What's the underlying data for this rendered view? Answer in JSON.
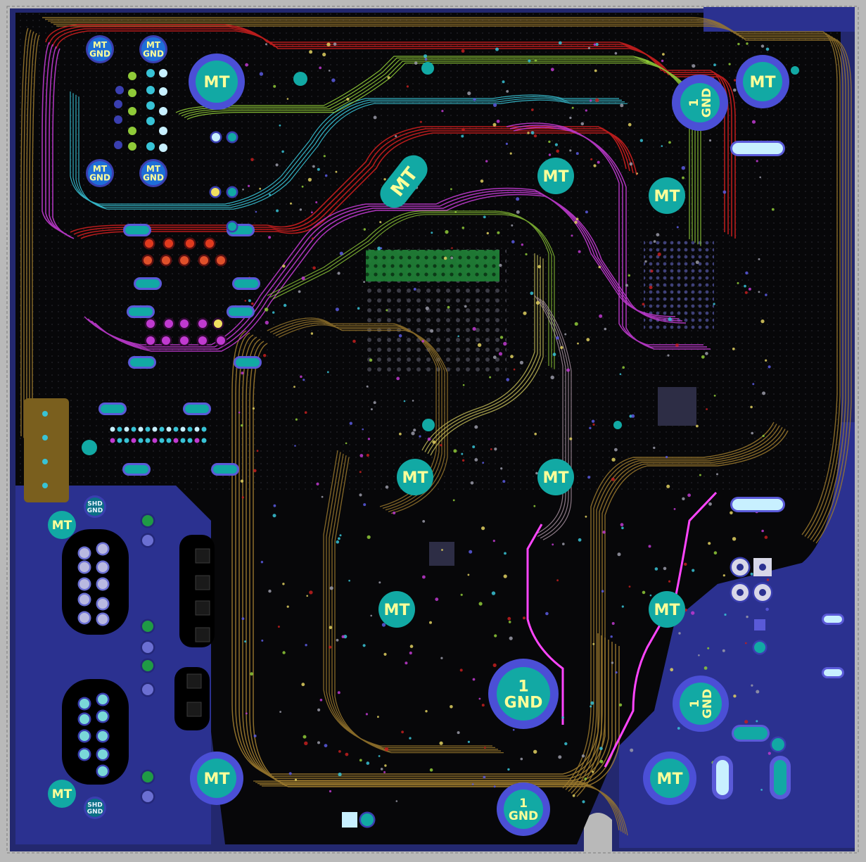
{
  "colors": {
    "background": "#b9b9b9",
    "board": "#070709",
    "gnd_plane": "#2a2f8c",
    "gnd_plane_light": "#3a3fb0",
    "pad": "#12a9a4",
    "pad_label": "#ffff99",
    "pad_ring": "#4b4fd6",
    "trace_gold": "#9c7a2e",
    "trace_red": "#c21e1e",
    "trace_magenta": "#c03ad0",
    "trace_cyan": "#38c3d6",
    "trace_green": "#8fca38",
    "trace_pink": "#ff45ff",
    "bga_green": "#1f7d35"
  },
  "labels": {
    "mt": "MT",
    "gnd": "GND",
    "one": "1",
    "shd": "SHD"
  },
  "holes": [
    {
      "id": "mt-top-left",
      "lines": [
        "MT"
      ],
      "ring": true
    },
    {
      "id": "mt-top-right",
      "lines": [
        "MT"
      ],
      "ring": true
    },
    {
      "id": "gnd-top-right",
      "lines": [
        "1",
        "GND"
      ],
      "ring": true,
      "rotated": true
    },
    {
      "id": "mt-oval-center",
      "lines": [
        "MT"
      ],
      "ring": false
    },
    {
      "id": "mt-upper-center",
      "lines": [
        "MT"
      ],
      "ring": false
    },
    {
      "id": "mt-upper-right",
      "lines": [
        "MT"
      ],
      "ring": false
    },
    {
      "id": "mt-mid-left",
      "lines": [
        "MT"
      ],
      "ring": false
    },
    {
      "id": "mt-mid-right",
      "lines": [
        "MT"
      ],
      "ring": false
    },
    {
      "id": "mt-low-left",
      "lines": [
        "MT"
      ],
      "ring": false
    },
    {
      "id": "mt-low-right",
      "lines": [
        "MT"
      ],
      "ring": false
    },
    {
      "id": "gnd-bottom-center",
      "lines": [
        "1",
        "GND"
      ],
      "ring": true
    },
    {
      "id": "gnd-bottom-right",
      "lines": [
        "1",
        "GND"
      ],
      "ring": true,
      "rotated": true
    },
    {
      "id": "mt-bottom-left",
      "lines": [
        "MT"
      ],
      "ring": true
    },
    {
      "id": "mt-bottom-right",
      "lines": [
        "MT"
      ],
      "ring": true
    },
    {
      "id": "gnd-bottom",
      "lines": [
        "1",
        "GND"
      ],
      "ring": true
    },
    {
      "id": "mt-side-upper",
      "lines": [
        "MT"
      ],
      "ring": false
    },
    {
      "id": "mt-side-lower",
      "lines": [
        "MT"
      ],
      "ring": false
    }
  ],
  "small_holes": [
    {
      "id": "mtgnd-1",
      "lines": [
        "MT",
        "GND"
      ]
    },
    {
      "id": "mtgnd-2",
      "lines": [
        "MT",
        "GND"
      ]
    },
    {
      "id": "mtgnd-3",
      "lines": [
        "MT",
        "GND"
      ]
    },
    {
      "id": "mtgnd-4",
      "lines": [
        "MT",
        "GND"
      ]
    },
    {
      "id": "shdgnd-1",
      "lines": [
        "SHD",
        "GND"
      ]
    },
    {
      "id": "shdgnd-2",
      "lines": [
        "SHD",
        "GND"
      ]
    }
  ]
}
